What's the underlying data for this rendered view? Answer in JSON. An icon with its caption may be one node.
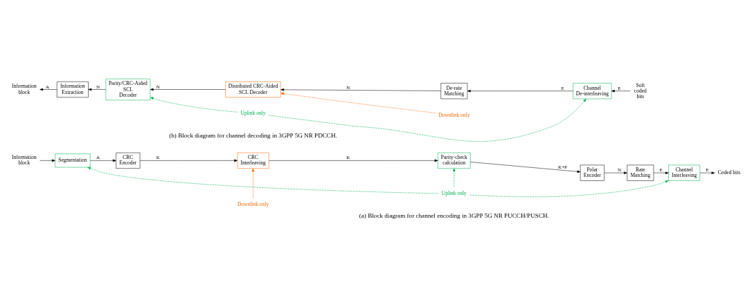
{
  "diagram": {
    "nodes": [
      {
        "text": [
          "Information block"
        ]
      },
      {
        "text": [
          "Segmentation"
        ]
      },
      {
        "text": [
          "CRC Encoder"
        ]
      },
      {
        "text": [
          "CRC Interleaving"
        ]
      },
      {
        "text": [
          "Parity-check calculation"
        ]
      },
      {
        "text": [
          "Polar Encoder"
        ]
      },
      {
        "text": [
          "Rate Matching"
        ]
      },
      {
        "text": [
          "Channel Interleaving"
        ]
      },
      {
        "text": [
          "Coded bits"
        ]
      },
      {
        "text": [
          "Uplink only"
        ]
      },
      {
        "text": [
          "Downlink only"
        ]
      },
      {
        "text": [
          "Information block"
        ]
      },
      {
        "text": [
          "Information Extraction"
        ]
      },
      {
        "text": [
          "Parity/CRC-Aided SCL Decoder"
        ]
      },
      {
        "text": [
          "Distributed CRC-Aided SCL Decoder"
        ]
      },
      {
        "text": [
          "De-rate Matching"
        ]
      },
      {
        "text": [
          "Channel De-interleaving"
        ]
      },
      {
        "text": [
          "Soft coded bits"
        ]
      },
      {
        "text": [
          "Uplink only"
        ]
      },
      {
        "text": [
          "Downlink only"
        ]
      }
    ],
    "edges": [
      {
        "from": 0,
        "to": 1,
        "arrow": "to"
      },
      {
        "from": 1,
        "to": 2,
        "arrow": "to",
        "label": "A"
      },
      {
        "from": 2,
        "to": 3,
        "arrow": "to",
        "label": "K"
      },
      {
        "from": 3,
        "to": 4,
        "arrow": "to",
        "label": "K"
      },
      {
        "from": 4,
        "to": 5,
        "arrow": "to",
        "label": "K+P"
      },
      {
        "from": 5,
        "to": 6,
        "arrow": "to",
        "label": "N"
      },
      {
        "from": 6,
        "to": 7,
        "arrow": "to",
        "label": "E"
      },
      {
        "from": 7,
        "to": 8,
        "arrow": "to",
        "label": "E"
      },
      {
        "from": 9,
        "to": 1,
        "arrow": "to",
        "style": "dashed",
        "color": "#00b050"
      },
      {
        "from": 9,
        "to": 4,
        "arrow": "to",
        "style": "dashed",
        "color": "#00b050"
      },
      {
        "from": 9,
        "to": 7,
        "arrow": "to",
        "style": "dashed",
        "color": "#00b050"
      },
      {
        "from": 10,
        "to": 3,
        "arrow": "to",
        "style": "dashed",
        "color": "#ff6600"
      },
      {
        "from": 17,
        "to": 16,
        "arrow": "to",
        "label": "E"
      },
      {
        "from": 16,
        "to": 15,
        "arrow": "to",
        "label": "E"
      },
      {
        "from": 15,
        "to": 14,
        "arrow": "to",
        "label": "N"
      },
      {
        "from": 14,
        "to": 13,
        "arrow": "to",
        "label": "N"
      },
      {
        "from": 13,
        "to": 12,
        "arrow": "to",
        "label": "N"
      },
      {
        "from": 12,
        "to": 11,
        "arrow": "to",
        "label": "A"
      },
      {
        "from": 18,
        "to": 13,
        "arrow": "to",
        "style": "dashed",
        "color": "#00b050"
      },
      {
        "from": 18,
        "to": 16,
        "arrow": "to",
        "style": "dashed",
        "color": "#00b050"
      },
      {
        "from": 19,
        "to": 14,
        "arrow": "to",
        "style": "dashed",
        "color": "#ff6600"
      }
    ],
    "labels": [
      "(a) Block diagram for channel encoding in 3GPP 5G NR PUCCH/PUSCH.",
      "(b) Block diagram for channel decoding in 3GPP 5G NR PDCCH."
    ]
  }
}
